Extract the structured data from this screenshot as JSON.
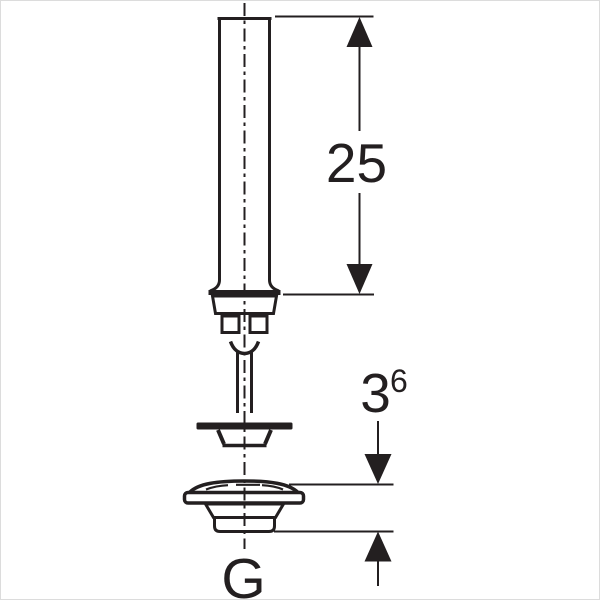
{
  "drawing": {
    "kind": "exploded-technical-drawing",
    "background": "#ffffff",
    "line_color": "#231f20",
    "frame_color": "#dcdcdc",
    "annotations": {
      "dim_vertical": "25",
      "dim_small_base": "3",
      "dim_small_sup": "6",
      "thread_label": "G"
    },
    "parts": [
      {
        "id": "extension-tube"
      },
      {
        "id": "connector-fitting"
      },
      {
        "id": "valve-rod"
      },
      {
        "id": "cone-gasket"
      },
      {
        "id": "strainer-flange"
      }
    ]
  }
}
